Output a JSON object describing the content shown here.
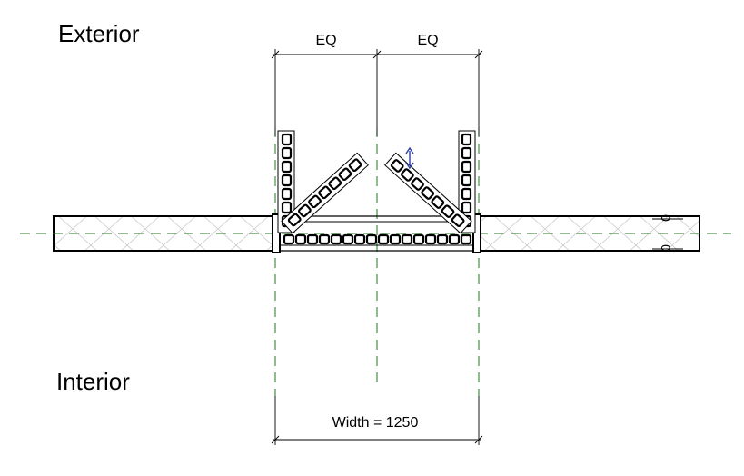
{
  "labels": {
    "exterior": "Exterior",
    "interior": "Interior",
    "eq_left": "EQ",
    "eq_right": "EQ",
    "width": "Width = 1250",
    "tag_top": "0",
    "tag_bottom": "0"
  },
  "colors": {
    "line": "#000000",
    "centerline": "#1e7a1e",
    "hatch": "#c8c8c8",
    "flip_control": "#2b3fa8"
  },
  "icons": {
    "flip_control": "flip-arrows-icon"
  }
}
